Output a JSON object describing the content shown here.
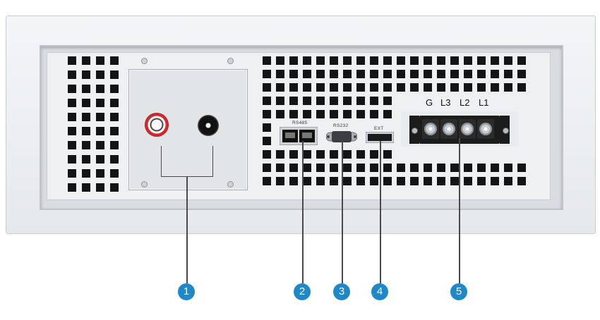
{
  "device": {
    "ports": {
      "rs485_label": "RS485",
      "rs232_label": "RS232",
      "ext_label": "EXT"
    },
    "terminal_block": {
      "labels": [
        "G",
        "L3",
        "L2",
        "L1"
      ]
    }
  },
  "callouts": [
    "1",
    "2",
    "3",
    "4",
    "5"
  ],
  "colors": {
    "callout_badge": "#1e88c9",
    "terminal_positive": "#d6262c",
    "panel": "#eceff1"
  }
}
